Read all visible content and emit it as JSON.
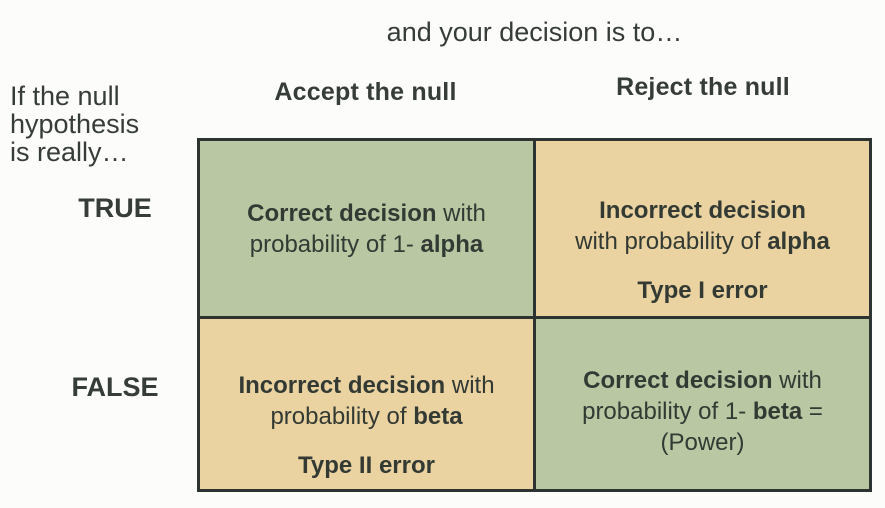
{
  "title": "and your decision is to…",
  "columns": {
    "accept": "Accept the null",
    "reject": "Reject the null"
  },
  "row_intro": {
    "line1": "If the null",
    "line2": "hypothesis",
    "line3": "is really…"
  },
  "rows": {
    "true_label": "TRUE",
    "false_label": "FALSE"
  },
  "colors": {
    "correct_cell_bg": "#b9c8a3",
    "error_cell_bg": "#ead3a0",
    "table_border": "#2c3330",
    "text": "#363c38"
  },
  "cells": {
    "true_accept": {
      "line1_bold": "Correct decision",
      "line1_rest": " with",
      "line2_pre": "probability of 1- ",
      "line2_bold": "alpha"
    },
    "true_reject": {
      "line1_bold": "Incorrect decision",
      "line2_pre": "with probability of ",
      "line2_bold": "alpha",
      "error_label": "Type I error"
    },
    "false_accept": {
      "line1_bold": "Incorrect decision",
      "line1_rest": " with",
      "line2_pre": "probability of ",
      "line2_bold": "beta",
      "error_label": "Type II error"
    },
    "false_reject": {
      "line1_bold": "Correct decision",
      "line1_rest": " with",
      "line2_pre": "probability of 1- ",
      "line2_bold": "beta",
      "line2_suffix": " =",
      "line3": "(Power)"
    }
  }
}
